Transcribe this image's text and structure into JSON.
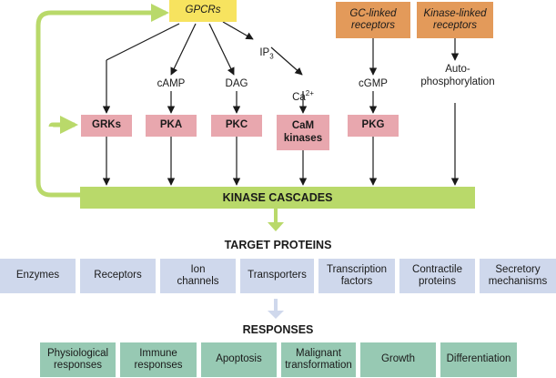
{
  "sources": {
    "gpcrs": "GPCRs",
    "gc_linked": "GC-linked\nreceptors",
    "kinase_linked": "Kinase-linked\nreceptors"
  },
  "messengers": {
    "camp": "cAMP",
    "dag": "DAG",
    "ip3_base": "IP",
    "ip3_sub": "3",
    "ca_base": "Ca",
    "ca_sup": "2+",
    "cgmp": "cGMP",
    "auto": "Auto-\nphosphorylation"
  },
  "kinases": {
    "grks": "GRKs",
    "pka": "PKA",
    "pkc": "PKC",
    "cam": "CaM\nkinases",
    "pkg": "PKG"
  },
  "cascade": "KINASE CASCADES",
  "target_heading": "TARGET PROTEINS",
  "targets": [
    "Enzymes",
    "Receptors",
    "Ion\nchannels",
    "Transporters",
    "Transcription\nfactors",
    "Contractile\nproteins",
    "Secretory\nmechanisms"
  ],
  "responses_heading": "RESPONSES",
  "responses": [
    "Physiological\nresponses",
    "Immune\nresponses",
    "Apoptosis",
    "Malignant\ntransformation",
    "Growth",
    "Differentiation"
  ],
  "colors": {
    "yellow": "#f7e35f",
    "orange": "#e39a5a",
    "pink": "#e8a7ae",
    "green": "#b9d96a",
    "blue": "#cfd8ec",
    "teal": "#97c9b3"
  }
}
